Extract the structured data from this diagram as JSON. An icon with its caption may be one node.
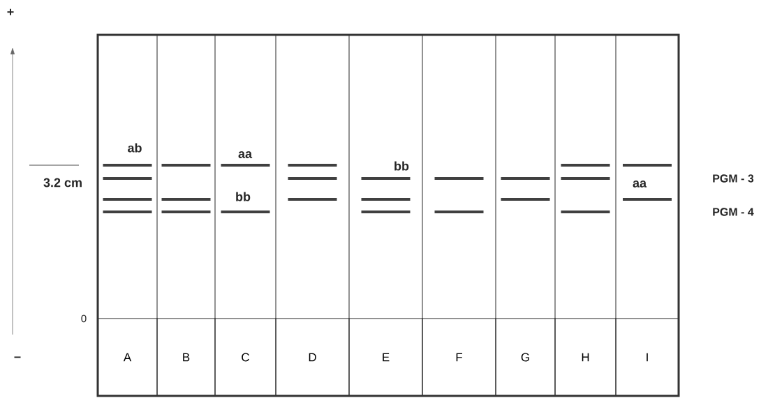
{
  "diagram": {
    "nodes": [
      {
        "text": [
          "A"
        ]
      },
      {
        "text": [
          "B"
        ]
      },
      {
        "text": [
          "C"
        ]
      },
      {
        "text": [
          "D"
        ]
      },
      {
        "text": [
          "E"
        ]
      },
      {
        "text": [
          "F"
        ]
      },
      {
        "text": [
          "G"
        ]
      },
      {
        "text": [
          "H"
        ]
      },
      {
        "text": [
          "I"
        ]
      }
    ],
    "labels": [
      "+",
      "ab",
      "aa",
      "bb",
      "bb",
      "3.2 cm",
      "PGM - 3",
      "aa",
      "PGM - 4",
      "0",
      "−"
    ]
  }
}
